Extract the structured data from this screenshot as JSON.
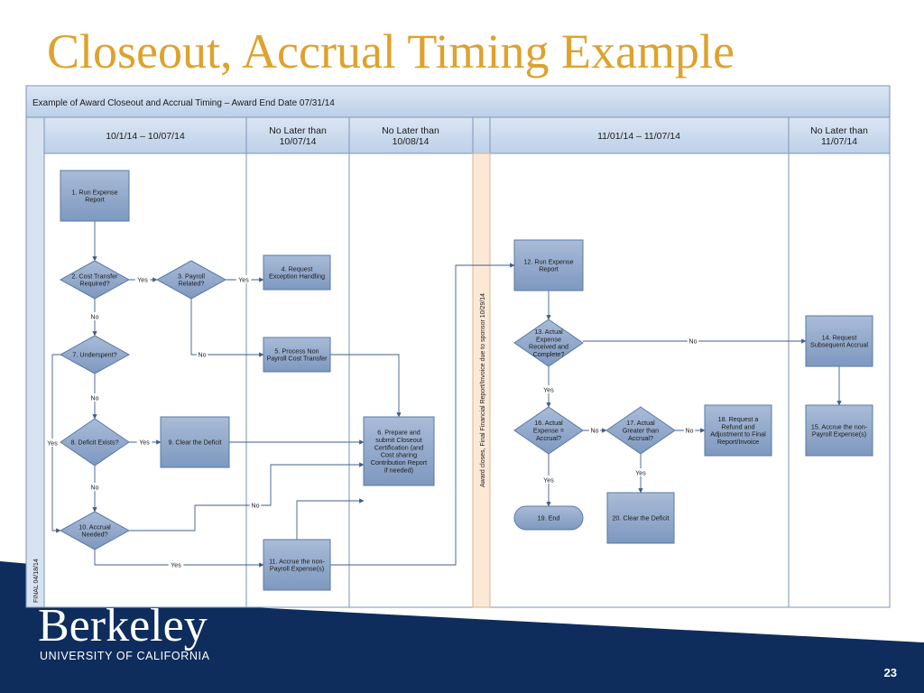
{
  "slide": {
    "title": "Closeout, Accrual Timing Example",
    "logo_text": "Berkeley",
    "logo_sub": "UNIVERSITY OF CALIFORNIA",
    "page_number": "23"
  },
  "diagram": {
    "title": "Example of Award Closeout and Accrual Timing  – Award End Date 07/31/14",
    "phases": [
      [
        "10/1/14 – 10/07/14"
      ],
      [
        "No Later than",
        "10/07/14"
      ],
      [
        "No Later than",
        "10/08/14"
      ],
      [
        "11/01/14 – 11/07/14"
      ],
      [
        "No Later than",
        "11/07/14"
      ]
    ],
    "divider_note": "Award closes, Final Financial Report/Invoice due to sponsor 10/29/14",
    "side_note": "FINAL 04/18/14",
    "nodes": [
      {
        "id": "n1",
        "shape": "process",
        "lines": [
          "1. Run Expense",
          "Report"
        ]
      },
      {
        "id": "n2",
        "shape": "decision",
        "lines": [
          "2. Cost Transfer",
          "Required?"
        ]
      },
      {
        "id": "n3",
        "shape": "decision",
        "lines": [
          "3. Payroll",
          "Related?"
        ]
      },
      {
        "id": "n4",
        "shape": "process",
        "lines": [
          "4. Request",
          "Exception Handling"
        ]
      },
      {
        "id": "n5",
        "shape": "process",
        "lines": [
          "5. Process Non",
          "Payroll Cost Transfer"
        ]
      },
      {
        "id": "n6",
        "shape": "process",
        "lines": [
          "6. Prepare and",
          "submit Closeout",
          "Certification (and",
          "Cost sharing",
          "Contribution Report",
          "if needed)"
        ]
      },
      {
        "id": "n7",
        "shape": "decision",
        "lines": [
          "7. Underspent?"
        ]
      },
      {
        "id": "n8",
        "shape": "decision",
        "lines": [
          "8. Deficit Exists?"
        ]
      },
      {
        "id": "n9",
        "shape": "process",
        "lines": [
          "9. Clear the Deficit"
        ]
      },
      {
        "id": "n10",
        "shape": "decision",
        "lines": [
          "10. Accrual",
          "Needed?"
        ]
      },
      {
        "id": "n11",
        "shape": "process",
        "lines": [
          "11. Accrue the non-",
          "Payroll Expense(s)"
        ]
      },
      {
        "id": "n12",
        "shape": "process",
        "lines": [
          "12. Run Expense",
          "Report"
        ]
      },
      {
        "id": "n13",
        "shape": "decision",
        "lines": [
          "13. Actual",
          "Expense",
          "Received and",
          "Complete?"
        ]
      },
      {
        "id": "n14",
        "shape": "process",
        "lines": [
          "14. Request",
          "Subsequent Accrual"
        ]
      },
      {
        "id": "n15",
        "shape": "process",
        "lines": [
          "15. Accrue the non-",
          "Payroll Expense(s)"
        ]
      },
      {
        "id": "n16",
        "shape": "decision",
        "lines": [
          "16. Actual",
          "Expense =",
          "Accrual?"
        ]
      },
      {
        "id": "n17",
        "shape": "decision",
        "lines": [
          "17. Actual",
          "Greater than",
          "Accrual?"
        ]
      },
      {
        "id": "n18",
        "shape": "process",
        "lines": [
          "18. Request a",
          "Refund and",
          "Adjustment to Final",
          "Report/Invoice"
        ]
      },
      {
        "id": "n19",
        "shape": "terminal",
        "lines": [
          "19. End"
        ]
      },
      {
        "id": "n20",
        "shape": "process",
        "lines": [
          "20. Clear the Deficit"
        ]
      }
    ],
    "edges": [
      {
        "from": "n1",
        "to": "n2",
        "label": ""
      },
      {
        "from": "n2",
        "to": "n3",
        "label": "Yes"
      },
      {
        "from": "n3",
        "to": "n4",
        "label": "Yes"
      },
      {
        "from": "n3",
        "to": "n5",
        "label": "No"
      },
      {
        "from": "n2",
        "to": "n7",
        "label": "No"
      },
      {
        "from": "n7",
        "to": "n8",
        "label": "No"
      },
      {
        "from": "n7",
        "to": "n10",
        "label": "Yes"
      },
      {
        "from": "n8",
        "to": "n9",
        "label": "Yes"
      },
      {
        "from": "n8",
        "to": "n10",
        "label": "No"
      },
      {
        "from": "n9",
        "to": "n6",
        "label": ""
      },
      {
        "from": "n5",
        "to": "n6",
        "label": ""
      },
      {
        "from": "n10",
        "to": "n6",
        "label": "No"
      },
      {
        "from": "n10",
        "to": "n11",
        "label": "Yes"
      },
      {
        "from": "n11",
        "to": "n6",
        "label": ""
      },
      {
        "from": "n11",
        "to": "n12",
        "label": ""
      },
      {
        "from": "n12",
        "to": "n13",
        "label": ""
      },
      {
        "from": "n13",
        "to": "n14",
        "label": "No"
      },
      {
        "from": "n13",
        "to": "n16",
        "label": "Yes"
      },
      {
        "from": "n14",
        "to": "n15",
        "label": ""
      },
      {
        "from": "n16",
        "to": "n17",
        "label": "No"
      },
      {
        "from": "n16",
        "to": "n19",
        "label": "Yes"
      },
      {
        "from": "n17",
        "to": "n18",
        "label": "No"
      },
      {
        "from": "n17",
        "to": "n20",
        "label": "Yes"
      }
    ]
  }
}
